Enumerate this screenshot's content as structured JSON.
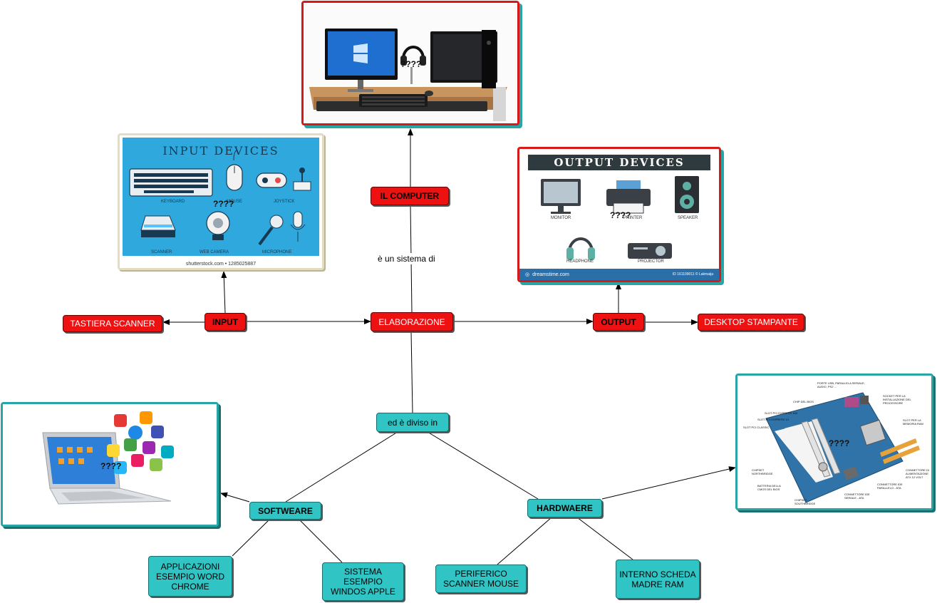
{
  "nodes": {
    "il_computer": "IL COMPUTER",
    "input": "INPUT",
    "elaborazione": "ELABORAZIONE",
    "output": "OUTPUT",
    "tastiera_scanner": "TASTIERA SCANNER",
    "desktop_stampante": "DESKTOP STAMPANTE",
    "diviso": "ed è  diviso in",
    "software": "SOFTWEARE",
    "hardware": "HARDWAERE",
    "applicazioni": "APPLICAZIONI ESEMPIO WORD CHROME",
    "sistema": "SISTEMA ESEMPIO WINDOS APPLE",
    "periferico": "PERIFERICO SCANNER MOUSE",
    "interno": "INTERNO SCHEDA MADRE RAM"
  },
  "link_labels": {
    "sistema_di": "è un sistema di"
  },
  "image_marks": {
    "computer": "????",
    "input": "????",
    "output": "????",
    "software": "????",
    "hardware": "????"
  },
  "input_panel": {
    "title": "INPUT DEVICES",
    "keyboard": "KEYBOARD",
    "mouse": "MOUSE",
    "joystick": "JOYSTICK",
    "scanner": "SCANNER",
    "webcam": "WEB CAMERA",
    "microphone": "MICROPHONE",
    "footer": "shutterstock.com • 1285025887"
  },
  "output_panel": {
    "title": "OUTPUT DEVICES",
    "monitor": "MONITOR",
    "printer": "PRINTER",
    "speaker": "SPEAKER",
    "headphone": "HEADPHONE",
    "projector": "PROJECTOR",
    "brand": "dreamstime.com",
    "id": "ID 161109011 © Lakmaija"
  },
  "motherboard_labels": {
    "porte": "PORTE USB, PARALLELA SERIALE, AUDIO, PS2 ...",
    "chip_bios": "CHIP DEL BIOS",
    "socket": "SOCKET PER LA INSTALLAZIONE DEL PROCESSORE",
    "pci16": "SLOT PCI EXPRESS 16x",
    "pci1": "SLOT PCI EXPRESS 1x",
    "pci_classic": "SLOT PCI CLASSIC",
    "ram": "SLOT PER LA MEMORIA RAM",
    "northbridge": "CHIPSET NORTHBRIDGE",
    "batteria": "BATTERIA DELLA CMOS DEL BIOS",
    "alimentazione": "CONNETTORE DI ALIMENTAZIONE ATX 12 VOLT",
    "ide": "CONNETTORE IDE PARALLELO - ATA",
    "sata": "CONNETTORE IDE SERIALE - ATA",
    "southbridge": "CHIPSET SOUTHBRIDGE"
  },
  "colors": {
    "red_node": "#ee1111",
    "teal_node": "#30c4c4",
    "frame_red": "#d41a1a",
    "frame_teal": "#2aa5a5"
  }
}
